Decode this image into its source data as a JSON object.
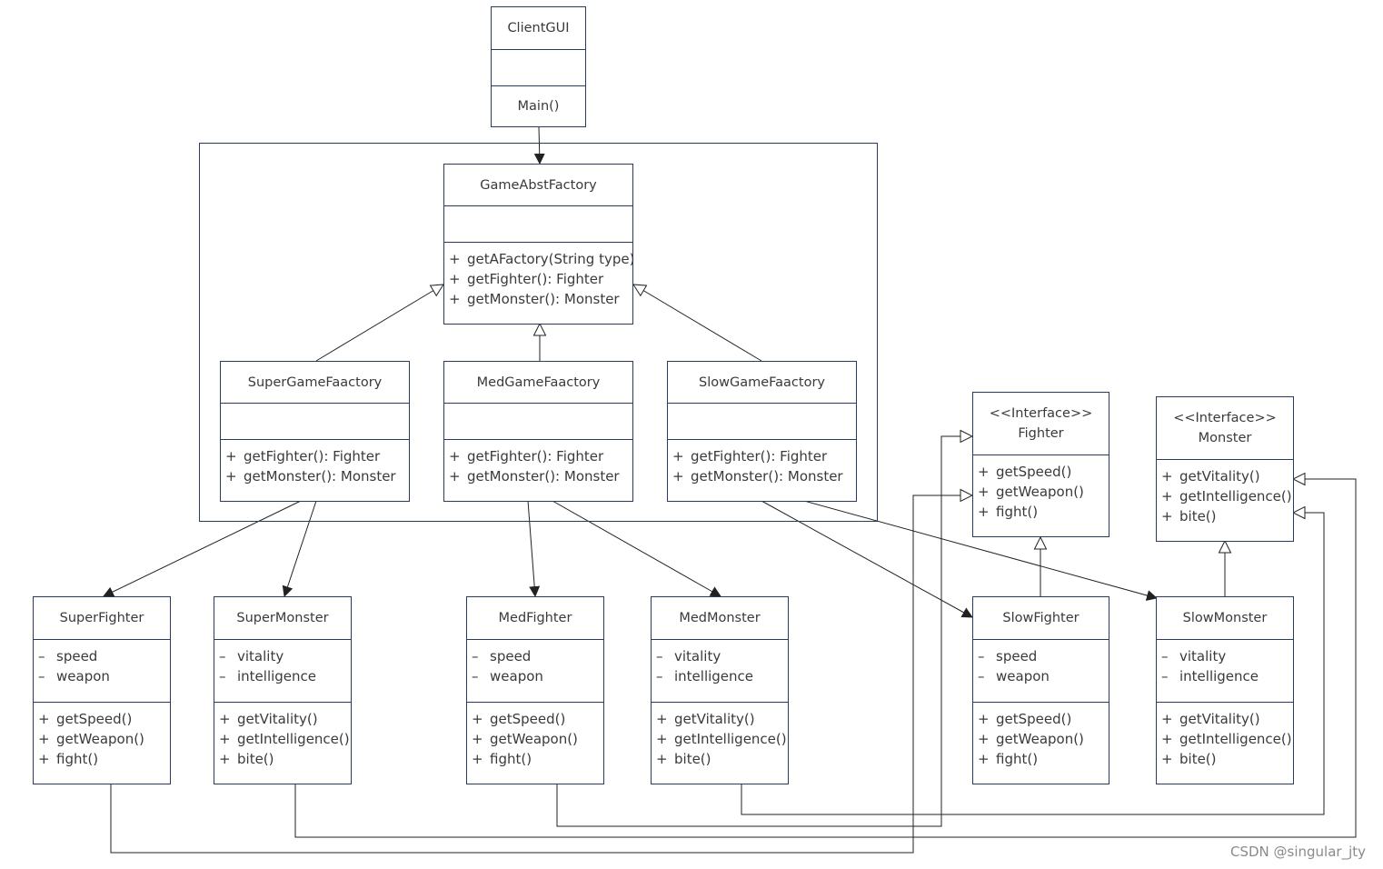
{
  "classes": {
    "client_gui": {
      "name": "ClientGUI",
      "methods": [
        {
          "vis": "",
          "text": "Main()"
        }
      ]
    },
    "game_abst_factory": {
      "name": "GameAbstFactory",
      "methods": [
        {
          "vis": "+",
          "text": "getAFactory(String type)"
        },
        {
          "vis": "+",
          "text": "getFighter(): Fighter"
        },
        {
          "vis": "+",
          "text": "getMonster(): Monster"
        }
      ]
    },
    "super_game_faactory": {
      "name": "SuperGameFaactory",
      "methods": [
        {
          "vis": "+",
          "text": "getFighter(): Fighter"
        },
        {
          "vis": "+",
          "text": "getMonster(): Monster"
        }
      ]
    },
    "med_game_faactory": {
      "name": "MedGameFaactory",
      "methods": [
        {
          "vis": "+",
          "text": "getFighter(): Fighter"
        },
        {
          "vis": "+",
          "text": "getMonster(): Monster"
        }
      ]
    },
    "slow_game_faactory": {
      "name": "SlowGameFaactory",
      "methods": [
        {
          "vis": "+",
          "text": "getFighter(): Fighter"
        },
        {
          "vis": "+",
          "text": "getMonster(): Monster"
        }
      ]
    },
    "fighter_interface": {
      "stereotype": "<<Interface>>",
      "name": "Fighter",
      "methods": [
        {
          "vis": "+",
          "text": "getSpeed()"
        },
        {
          "vis": "+",
          "text": "getWeapon()"
        },
        {
          "vis": "+",
          "text": "fight()"
        }
      ]
    },
    "monster_interface": {
      "stereotype": "<<Interface>>",
      "name": "Monster",
      "methods": [
        {
          "vis": "+",
          "text": "getVitality()"
        },
        {
          "vis": "+",
          "text": "getIntelligence()"
        },
        {
          "vis": "+",
          "text": "bite()"
        }
      ]
    },
    "super_fighter": {
      "name": "SuperFighter",
      "attributes": [
        {
          "vis": "–",
          "text": "speed"
        },
        {
          "vis": "–",
          "text": "weapon"
        }
      ],
      "methods": [
        {
          "vis": "+",
          "text": "getSpeed()"
        },
        {
          "vis": "+",
          "text": "getWeapon()"
        },
        {
          "vis": "+",
          "text": "fight()"
        }
      ]
    },
    "super_monster": {
      "name": "SuperMonster",
      "attributes": [
        {
          "vis": "–",
          "text": "vitality"
        },
        {
          "vis": "–",
          "text": "intelligence"
        }
      ],
      "methods": [
        {
          "vis": "+",
          "text": "getVitality()"
        },
        {
          "vis": "+",
          "text": "getIntelligence()"
        },
        {
          "vis": "+",
          "text": "bite()"
        }
      ]
    },
    "med_fighter": {
      "name": "MedFighter",
      "attributes": [
        {
          "vis": "–",
          "text": "speed"
        },
        {
          "vis": "–",
          "text": "weapon"
        }
      ],
      "methods": [
        {
          "vis": "+",
          "text": "getSpeed()"
        },
        {
          "vis": "+",
          "text": "getWeapon()"
        },
        {
          "vis": "+",
          "text": "fight()"
        }
      ]
    },
    "med_monster": {
      "name": "MedMonster",
      "attributes": [
        {
          "vis": "–",
          "text": "vitality"
        },
        {
          "vis": "–",
          "text": "intelligence"
        }
      ],
      "methods": [
        {
          "vis": "+",
          "text": "getVitality()"
        },
        {
          "vis": "+",
          "text": "getIntelligence()"
        },
        {
          "vis": "+",
          "text": "bite()"
        }
      ]
    },
    "slow_fighter": {
      "name": "SlowFighter",
      "attributes": [
        {
          "vis": "–",
          "text": "speed"
        },
        {
          "vis": "–",
          "text": "weapon"
        }
      ],
      "methods": [
        {
          "vis": "+",
          "text": "getSpeed()"
        },
        {
          "vis": "+",
          "text": "getWeapon()"
        },
        {
          "vis": "+",
          "text": "fight()"
        }
      ]
    },
    "slow_monster": {
      "name": "SlowMonster",
      "attributes": [
        {
          "vis": "–",
          "text": "vitality"
        },
        {
          "vis": "–",
          "text": "intelligence"
        }
      ],
      "methods": [
        {
          "vis": "+",
          "text": "getVitality()"
        },
        {
          "vis": "+",
          "text": "getIntelligence()"
        },
        {
          "vis": "+",
          "text": "bite()"
        }
      ]
    }
  },
  "relations": [
    {
      "from": "client_gui",
      "to": "game_abst_factory",
      "kind": "association"
    },
    {
      "from": "super_game_faactory",
      "to": "game_abst_factory",
      "kind": "generalization"
    },
    {
      "from": "med_game_faactory",
      "to": "game_abst_factory",
      "kind": "generalization"
    },
    {
      "from": "slow_game_faactory",
      "to": "game_abst_factory",
      "kind": "generalization"
    },
    {
      "from": "super_game_faactory",
      "to": "super_fighter",
      "kind": "association"
    },
    {
      "from": "super_game_faactory",
      "to": "super_monster",
      "kind": "association"
    },
    {
      "from": "med_game_faactory",
      "to": "med_fighter",
      "kind": "association"
    },
    {
      "from": "med_game_faactory",
      "to": "med_monster",
      "kind": "association"
    },
    {
      "from": "slow_game_faactory",
      "to": "slow_fighter",
      "kind": "association"
    },
    {
      "from": "slow_game_faactory",
      "to": "slow_monster",
      "kind": "association"
    },
    {
      "from": "slow_fighter",
      "to": "fighter_interface",
      "kind": "realization"
    },
    {
      "from": "slow_monster",
      "to": "monster_interface",
      "kind": "realization"
    },
    {
      "from": "super_fighter",
      "to": "fighter_interface",
      "kind": "realization"
    },
    {
      "from": "med_fighter",
      "to": "fighter_interface",
      "kind": "realization"
    },
    {
      "from": "super_monster",
      "to": "monster_interface",
      "kind": "realization"
    },
    {
      "from": "med_monster",
      "to": "monster_interface",
      "kind": "realization"
    }
  ],
  "watermark": "CSDN @singular_jty",
  "colors": {
    "stroke": "#2b3a5c",
    "text": "#3a3a3a",
    "connector": "#222222"
  }
}
